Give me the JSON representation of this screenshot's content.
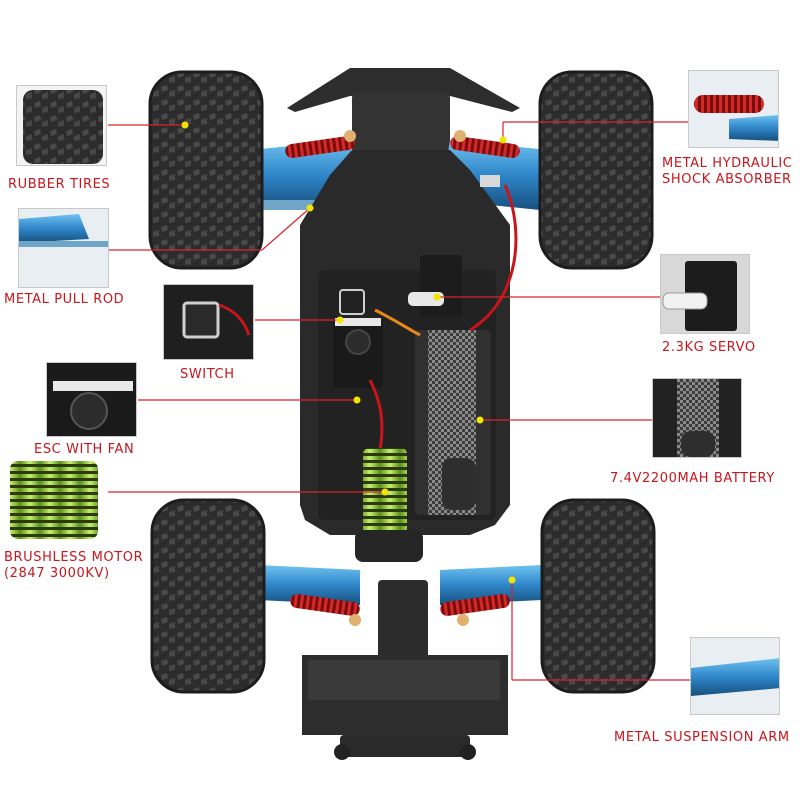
{
  "callouts": {
    "rubber_tires": "RUBBER TIRES",
    "metal_pull_rod": "METAL PULL ROD",
    "switch": "SWITCH",
    "esc_with_fan": "ESC WITH FAN",
    "brushless_motor_line1": "BRUSHLESS MOTOR",
    "brushless_motor_line2": "(2847 3000KV)",
    "shock_line1": "METAL HYDRAULIC",
    "shock_line2": "SHOCK ABSORBER",
    "servo": "2.3KG SERVO",
    "battery": "7.4V2200MAH BATTERY",
    "suspension_arm": "METAL SUSPENSION ARM"
  },
  "colors": {
    "label_red": "#c8161d",
    "leader_red": "#d9232a",
    "marker_yellow": "#f2e600",
    "chassis_black": "#2a2a2a",
    "tire_black": "#2c2c2c",
    "arm_blue": "#2f86c9",
    "spring_red": "#b01515",
    "motor_green": "#9bd43a"
  }
}
